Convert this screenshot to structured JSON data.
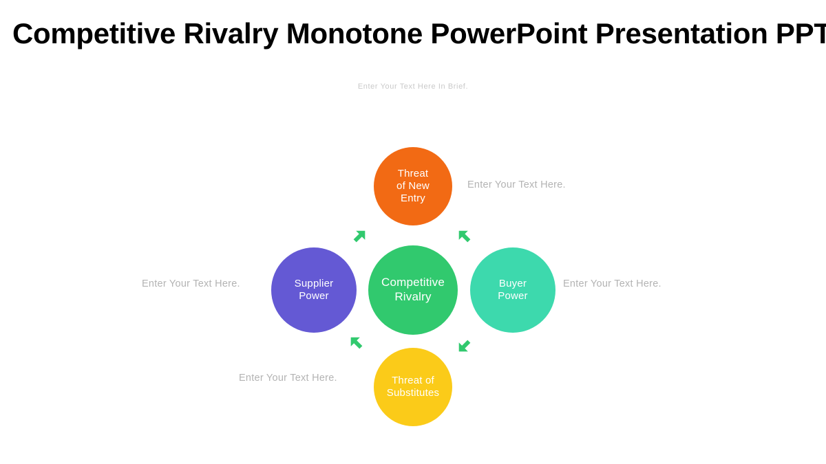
{
  "slide": {
    "title": "Competitive Rivalry Monotone PowerPoint Presentation PPT",
    "subtitle": "Enter Your Text Here In Brief."
  },
  "diagram": {
    "type": "porters-five-forces",
    "center": {
      "label": "Competitive Rivalry",
      "color": "#31c96e",
      "position": "center"
    },
    "nodes": [
      {
        "id": "threat-of-new-entry",
        "label": "Threat\nof New\nEntry",
        "label_lines": [
          "Threat",
          "of New",
          "Entry"
        ],
        "color": "#f26a14",
        "position": "top"
      },
      {
        "id": "supplier-power",
        "label": "Supplier\nPower",
        "label_lines": [
          "Supplier",
          "Power"
        ],
        "color": "#6459d4",
        "position": "left"
      },
      {
        "id": "buyer-power",
        "label": "Buyer\nPower",
        "label_lines": [
          "Buyer",
          "Power"
        ],
        "color": "#3dd9ad",
        "position": "right"
      },
      {
        "id": "threat-of-substitutes",
        "label": "Threat of\nSubstitutes",
        "label_lines": [
          "Threat of",
          "Substitutes"
        ],
        "color": "#fbcb19",
        "position": "bottom"
      }
    ],
    "arrows": [
      {
        "id": "arrow-top-left",
        "direction": "up-right",
        "color": "#31c96e"
      },
      {
        "id": "arrow-top-right",
        "direction": "up-left",
        "color": "#31c96e"
      },
      {
        "id": "arrow-bottom-left",
        "direction": "up-left",
        "color": "#31c96e"
      },
      {
        "id": "arrow-bottom-right",
        "direction": "down-left",
        "color": "#31c96e"
      }
    ],
    "captions": {
      "top_right": "Enter Your Text Here.",
      "right": "Enter Your Text Here.",
      "left": "Enter Your Text Here.",
      "bottom_left": "Enter Your Text Here."
    }
  },
  "colors": {
    "background": "#ffffff",
    "title": "#000000",
    "subtitle": "#c9c9c9",
    "caption": "#b3b3b3",
    "accent_green": "#31c96e",
    "orange": "#f26a14",
    "purple": "#6459d4",
    "teal": "#3dd9ad",
    "yellow": "#fbcb19"
  }
}
